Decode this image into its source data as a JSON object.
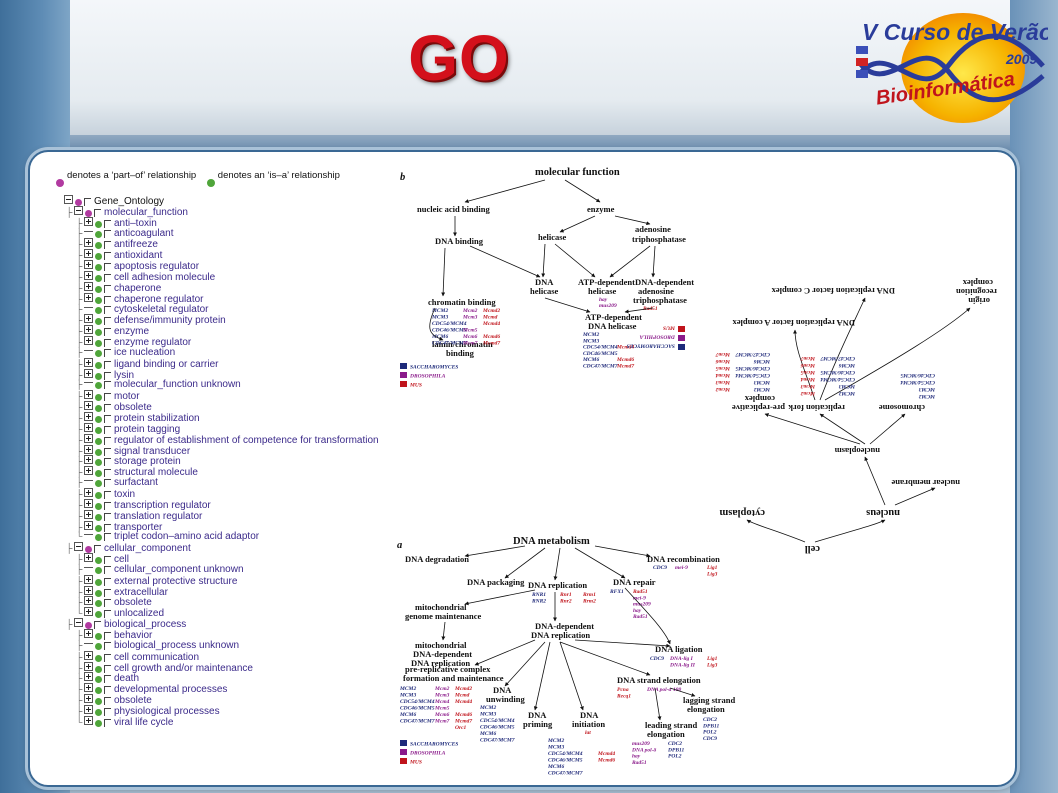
{
  "slide": {
    "title": "GO"
  },
  "logo": {
    "line1": "V Curso de Verão",
    "line2": "Bioinformática",
    "year": "2009"
  },
  "legend": {
    "part_of": "denotes a ‘part–of’ relationship",
    "is_a": "denotes an ‘is–a’ relationship"
  },
  "tree": [
    {
      "d": 0,
      "b": "minus",
      "r": "p",
      "t": "Gene_Ontology"
    },
    {
      "d": 1,
      "b": "minus",
      "r": "p",
      "t": "molecular_function"
    },
    {
      "d": 2,
      "b": "plus",
      "r": "i",
      "t": "anti–toxin"
    },
    {
      "d": 2,
      "b": "none",
      "r": "i",
      "t": "anticoagulant"
    },
    {
      "d": 2,
      "b": "plus",
      "r": "i",
      "t": "antifreeze"
    },
    {
      "d": 2,
      "b": "plus",
      "r": "i",
      "t": "antioxidant"
    },
    {
      "d": 2,
      "b": "plus",
      "r": "i",
      "t": "apoptosis regulator"
    },
    {
      "d": 2,
      "b": "plus",
      "r": "i",
      "t": "cell adhesion molecule"
    },
    {
      "d": 2,
      "b": "plus",
      "r": "i",
      "t": "chaperone"
    },
    {
      "d": 2,
      "b": "plus",
      "r": "i",
      "t": "chaperone regulator"
    },
    {
      "d": 2,
      "b": "none",
      "r": "i",
      "t": "cytoskeletal regulator"
    },
    {
      "d": 2,
      "b": "plus",
      "r": "i",
      "t": "defense/immunity protein"
    },
    {
      "d": 2,
      "b": "plus",
      "r": "i",
      "t": "enzyme"
    },
    {
      "d": 2,
      "b": "plus",
      "r": "i",
      "t": "enzyme regulator"
    },
    {
      "d": 2,
      "b": "none",
      "r": "i",
      "t": "ice nucleation"
    },
    {
      "d": 2,
      "b": "plus",
      "r": "i",
      "t": "ligand binding or carrier"
    },
    {
      "d": 2,
      "b": "plus",
      "r": "i",
      "t": "lysin"
    },
    {
      "d": 2,
      "b": "none",
      "r": "i",
      "t": "molecular_function unknown"
    },
    {
      "d": 2,
      "b": "plus",
      "r": "i",
      "t": "motor"
    },
    {
      "d": 2,
      "b": "plus",
      "r": "i",
      "t": "obsolete"
    },
    {
      "d": 2,
      "b": "plus",
      "r": "i",
      "t": "protein stabilization"
    },
    {
      "d": 2,
      "b": "plus",
      "r": "i",
      "t": "protein tagging"
    },
    {
      "d": 2,
      "b": "plus",
      "r": "i",
      "t": "regulator of establishment of competence for transformation"
    },
    {
      "d": 2,
      "b": "plus",
      "r": "i",
      "t": "signal transducer"
    },
    {
      "d": 2,
      "b": "plus",
      "r": "i",
      "t": "storage protein"
    },
    {
      "d": 2,
      "b": "plus",
      "r": "i",
      "t": "structural molecule"
    },
    {
      "d": 2,
      "b": "none",
      "r": "i",
      "t": "surfactant"
    },
    {
      "d": 2,
      "b": "plus",
      "r": "i",
      "t": "toxin"
    },
    {
      "d": 2,
      "b": "plus",
      "r": "i",
      "t": "transcription regulator"
    },
    {
      "d": 2,
      "b": "plus",
      "r": "i",
      "t": "translation regulator"
    },
    {
      "d": 2,
      "b": "plus",
      "r": "i",
      "t": "transporter"
    },
    {
      "d": 2,
      "b": "none",
      "r": "i",
      "t": "triplet codon–amino acid adaptor"
    },
    {
      "d": 1,
      "b": "minus",
      "r": "p",
      "t": "cellular_component"
    },
    {
      "d": 2,
      "b": "plus",
      "r": "i",
      "t": "cell"
    },
    {
      "d": 2,
      "b": "none",
      "r": "i",
      "t": "cellular_component unknown"
    },
    {
      "d": 2,
      "b": "plus",
      "r": "i",
      "t": "external protective structure"
    },
    {
      "d": 2,
      "b": "plus",
      "r": "i",
      "t": "extracellular"
    },
    {
      "d": 2,
      "b": "plus",
      "r": "i",
      "t": "obsolete"
    },
    {
      "d": 2,
      "b": "plus",
      "r": "i",
      "t": "unlocalized"
    },
    {
      "d": 1,
      "b": "minus",
      "r": "p",
      "t": "biological_process"
    },
    {
      "d": 2,
      "b": "plus",
      "r": "i",
      "t": "behavior"
    },
    {
      "d": 2,
      "b": "none",
      "r": "i",
      "t": "biological_process unknown"
    },
    {
      "d": 2,
      "b": "plus",
      "r": "i",
      "t": "cell communication"
    },
    {
      "d": 2,
      "b": "plus",
      "r": "i",
      "t": "cell growth and/or maintenance"
    },
    {
      "d": 2,
      "b": "plus",
      "r": "i",
      "t": "death"
    },
    {
      "d": 2,
      "b": "plus",
      "r": "i",
      "t": "developmental processes"
    },
    {
      "d": 2,
      "b": "plus",
      "r": "i",
      "t": "obsolete"
    },
    {
      "d": 2,
      "b": "plus",
      "r": "i",
      "t": "physiological processes"
    },
    {
      "d": 2,
      "b": "plus",
      "r": "i",
      "t": "viral life cycle"
    }
  ],
  "organism_legend": [
    "SACCHAROMYCES",
    "DROSOPHILA",
    "MUS"
  ],
  "colors": {
    "saccharomyces": "#1d2a7a",
    "drosophila": "#8a1a8a",
    "mus": "#c0141c",
    "title": "#d3101b"
  },
  "panel_b": {
    "label": "b",
    "title": "molecular function",
    "nodes": {
      "nab": "nucleic acid binding",
      "enzyme": "enzyme",
      "dnab": "DNA binding",
      "helicase": "helicase",
      "atpase1": "adenosine",
      "atpase2": "triphosphatase",
      "chrom": "chromatin binding",
      "dnaheli1": "DNA",
      "dnaheli2": "helicase",
      "atpheli1": "ATP-dependent",
      "atpheli2": "helicase",
      "atpdep1": "DNA-dependent",
      "atpdep2": "adenosine",
      "atpdep3": "triphosphatase",
      "atpdnaheli1": "ATP-dependent",
      "atpdnaheli2": "DNA helicase",
      "lamin1": "lamin/chromatin",
      "lamin2": "binding"
    },
    "genes_chrom": [
      [
        "MCM2",
        "Mcm2",
        "Mcmd2"
      ],
      [
        "MCM3",
        "Mcm3",
        "Mcmd"
      ],
      [
        "CDC54/MCM4",
        "",
        "Mcmd4"
      ],
      [
        "CDC46/MCM5",
        "Mcm5",
        ""
      ],
      [
        "MCM6",
        "Mcm6",
        "Mcmd6"
      ],
      [
        "CDC47/MCM7",
        "Mcm7",
        "Mcmd7"
      ]
    ],
    "genes_atpheli": [
      "hay",
      "mus209"
    ],
    "genes_atpdep": [
      "Rad51"
    ],
    "genes_atpdnaheli": [
      [
        "MCM2",
        ""
      ],
      [
        "MCM3",
        ""
      ],
      [
        "CDC54/MCM4",
        "Mcmd4"
      ],
      [
        "CDC46/MCM5",
        ""
      ],
      [
        "MCM6",
        "Mcmd6"
      ],
      [
        "CDC47/MCM7",
        "Mcmd7"
      ]
    ]
  },
  "panel_c": {
    "cell": "cell",
    "nucleus": "nucleus",
    "cytoplasm": "cytoplasm",
    "nucleoplasm": "nucleoplasm",
    "chromosome": "chromosome",
    "replication_fork": "replication fork",
    "nuclear_membrane": "nuclear membrane",
    "pre_rep1": "pre-replicative",
    "pre_rep2": "complex",
    "dna_rep_complex": "DNA replication factor A complex",
    "dna_rep_c": "DNA replication factor C complex",
    "origin1": "origin",
    "origin2": "recognition",
    "origin3": "complex"
  },
  "panel_a": {
    "label": "a",
    "title": "DNA metabolism",
    "nodes": {
      "degradation": "DNA degradation",
      "recombination": "DNA recombination",
      "packaging": "DNA packaging",
      "replication": "DNA replication",
      "repair": "DNA repair",
      "mito1": "mitochondrial",
      "mito2": "genome maintenance",
      "dep1": "DNA-dependent",
      "dep2": "DNA replication",
      "mitodep1": "mitochondrial",
      "mitodep2": "DNA-dependent",
      "mitodep3": "DNA replication",
      "ligation": "DNA ligation",
      "prerep1": "pre-replicative complex",
      "prerep2": "formation and maintenance",
      "elong": "DNA strand elongation",
      "unwind1": "DNA",
      "unwind2": "unwinding",
      "priming1": "DNA",
      "priming2": "priming",
      "init1": "DNA",
      "init2": "initiation",
      "lagging1": "lagging strand",
      "lagging2": "elongation",
      "leading1": "leading strand",
      "leading2": "elongation"
    }
  }
}
